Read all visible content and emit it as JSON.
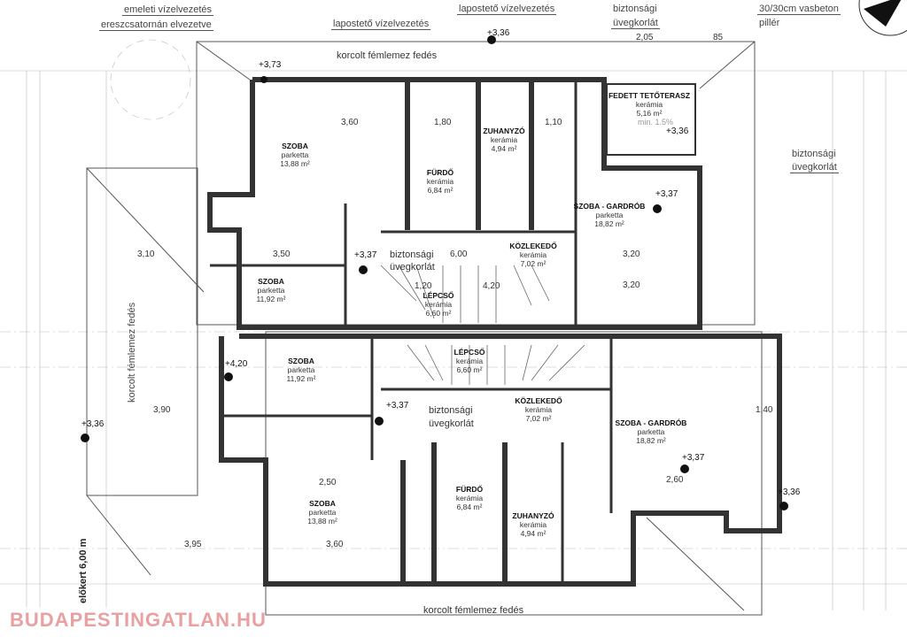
{
  "annotations": {
    "floor_drainage": "emeleti vízelvezetés",
    "gutter_drainage": "ereszcsatornán elvezetve",
    "flat_roof_drainage": "lapostető vízelvezetés",
    "safety_glass_railing_1": "biztonsági",
    "safety_glass_railing_2": "üvegkorlát",
    "pillar_1": "30/30cm vasbeton",
    "pillar_2": "pillér",
    "roof_covering": "korcolt fémlemez fedés",
    "front_garden": "előkert 6,00 m",
    "slope": "min. 1.5%"
  },
  "levels": [
    "+3,36",
    "+3,73",
    "+3,37",
    "+4,20"
  ],
  "rooms_top": [
    {
      "name": "SZOBA",
      "material": "parketta",
      "area": "13,88 m²"
    },
    {
      "name": "FÜRDŐ",
      "material": "kerámia",
      "area": "6,84 m²"
    },
    {
      "name": "ZUHANYZÓ",
      "material": "kerámia",
      "area": "4,94 m²"
    },
    {
      "name": "FEDETT TETŐTERASZ",
      "material": "kerámia",
      "area": "5,16 m²"
    },
    {
      "name": "SZOBA - GARDRÓB",
      "material": "parketta",
      "area": "18,82 m²"
    },
    {
      "name": "SZOBA",
      "material": "parketta",
      "area": "11,92 m²"
    },
    {
      "name": "KÖZLEKEDŐ",
      "material": "kerámia",
      "area": "7,02 m²"
    },
    {
      "name": "LÉPCSŐ",
      "material": "kerámia",
      "area": "6,60 m²"
    }
  ],
  "rooms_bottom": [
    {
      "name": "SZOBA",
      "material": "parketta",
      "area": "11,92 m²"
    },
    {
      "name": "LÉPCSŐ",
      "material": "kerámia",
      "area": "6,60 m²"
    },
    {
      "name": "KÖZLEKEDŐ",
      "material": "kerámia",
      "area": "7,02 m²"
    },
    {
      "name": "SZOBA - GARDRÓB",
      "material": "parketta",
      "area": "18,82 m²"
    },
    {
      "name": "SZOBA",
      "material": "parketta",
      "area": "13,88 m²"
    },
    {
      "name": "FÜRDŐ",
      "material": "kerámia",
      "area": "6,84 m²"
    },
    {
      "name": "ZUHANYZÓ",
      "material": "kerámia",
      "area": "4,94 m²"
    }
  ],
  "dimensions": {
    "d1": "2,05",
    "d2": "85",
    "d3": "3,60",
    "d4": "1,80",
    "d5": "1,10",
    "d6": "6,00",
    "d7": "3,50",
    "d8": "3,10",
    "d9": "3,20",
    "d10": "3,90",
    "d11": "2,50",
    "d12": "1,40",
    "d13": "3,95",
    "d14": "2,60",
    "d15": "4,20",
    "d16": "1,20"
  },
  "watermark": "BUDAPESTINGATLAN.HU"
}
